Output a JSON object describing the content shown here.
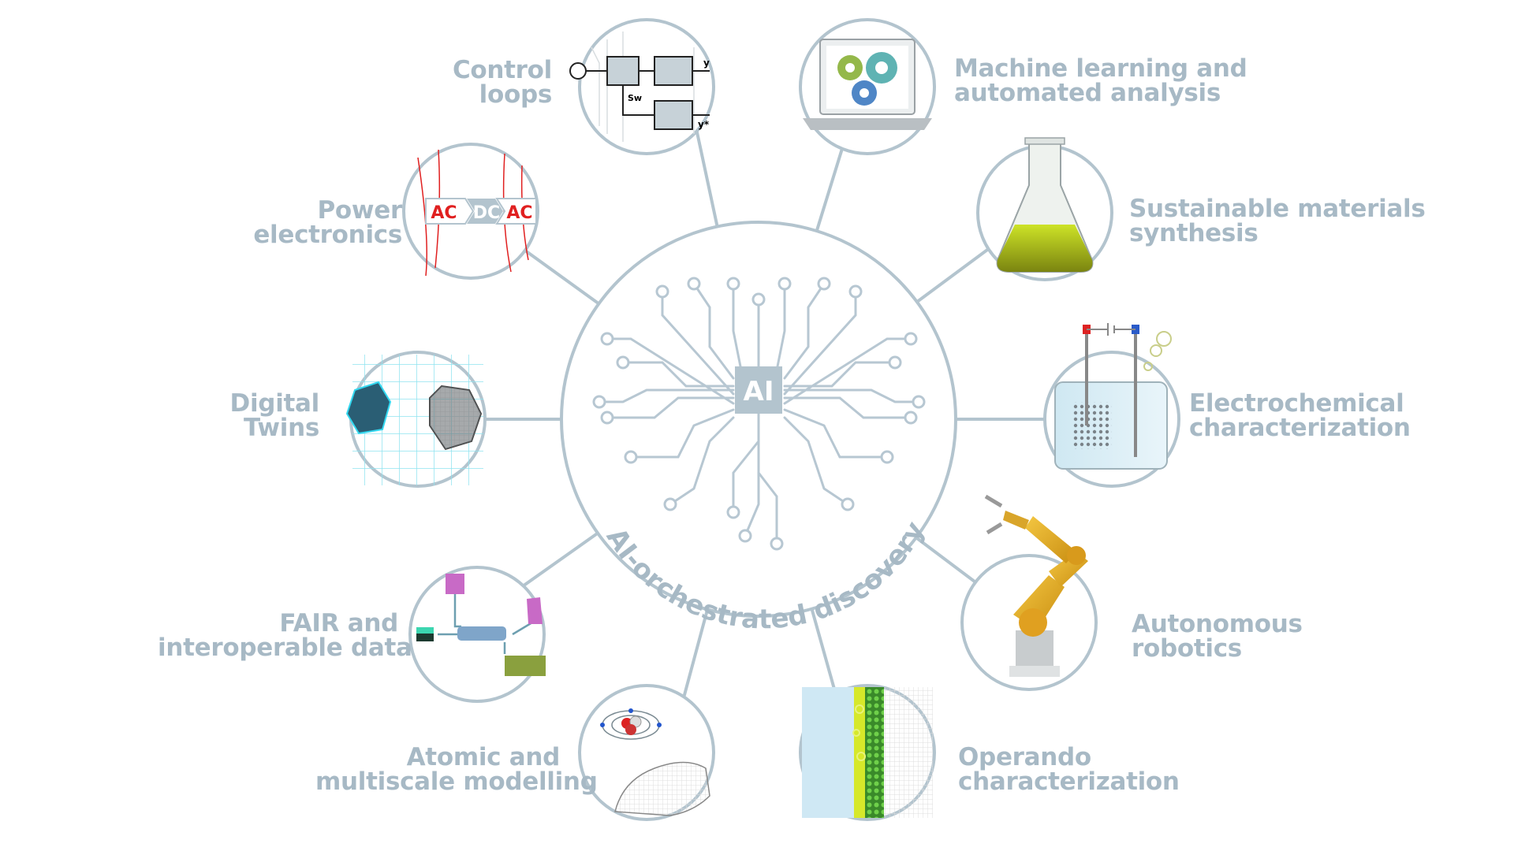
{
  "hub": {
    "chip_label": "AI",
    "arc_text": "AI-orchestrated discovery"
  },
  "nodes": [
    {
      "id": "control-loops",
      "lines": [
        "Control",
        "loops"
      ],
      "icon": "block-diagram-icon"
    },
    {
      "id": "machine-learning",
      "lines": [
        "Machine learning and",
        "automated analysis"
      ],
      "icon": "laptop-gears-icon"
    },
    {
      "id": "sustainable-synthesis",
      "lines": [
        "Sustainable materials",
        "synthesis"
      ],
      "icon": "flask-icon"
    },
    {
      "id": "electrochemical",
      "lines": [
        "Electrochemical",
        "characterization"
      ],
      "icon": "electrochemical-cell-icon"
    },
    {
      "id": "autonomous-robotics",
      "lines": [
        "Autonomous",
        "robotics"
      ],
      "icon": "robot-arm-icon"
    },
    {
      "id": "operando",
      "lines": [
        "Operando",
        "characterization"
      ],
      "icon": "operando-layer-icon"
    },
    {
      "id": "atomic-modelling",
      "lines": [
        "Atomic and",
        "multiscale modelling"
      ],
      "icon": "atom-icon"
    },
    {
      "id": "fair-data",
      "lines": [
        "FAIR and",
        "interoperable data"
      ],
      "icon": "data-flow-icon"
    },
    {
      "id": "digital-twins",
      "lines": [
        "Digital",
        "Twins"
      ],
      "icon": "dodecahedron-icon"
    },
    {
      "id": "power-electronics",
      "lines": [
        "Power",
        "electronics"
      ],
      "icon": "ac-dc-ac-icon",
      "badges": [
        "AC",
        "DC",
        "AC"
      ]
    }
  ],
  "control_loop_labels": {
    "output": "y",
    "reference": "y*",
    "switch": "Sw"
  },
  "colors": {
    "accent": "#a7b9c5",
    "line": "#b3c4ce",
    "red": "#e02020",
    "brain": "#b7c7d2"
  }
}
